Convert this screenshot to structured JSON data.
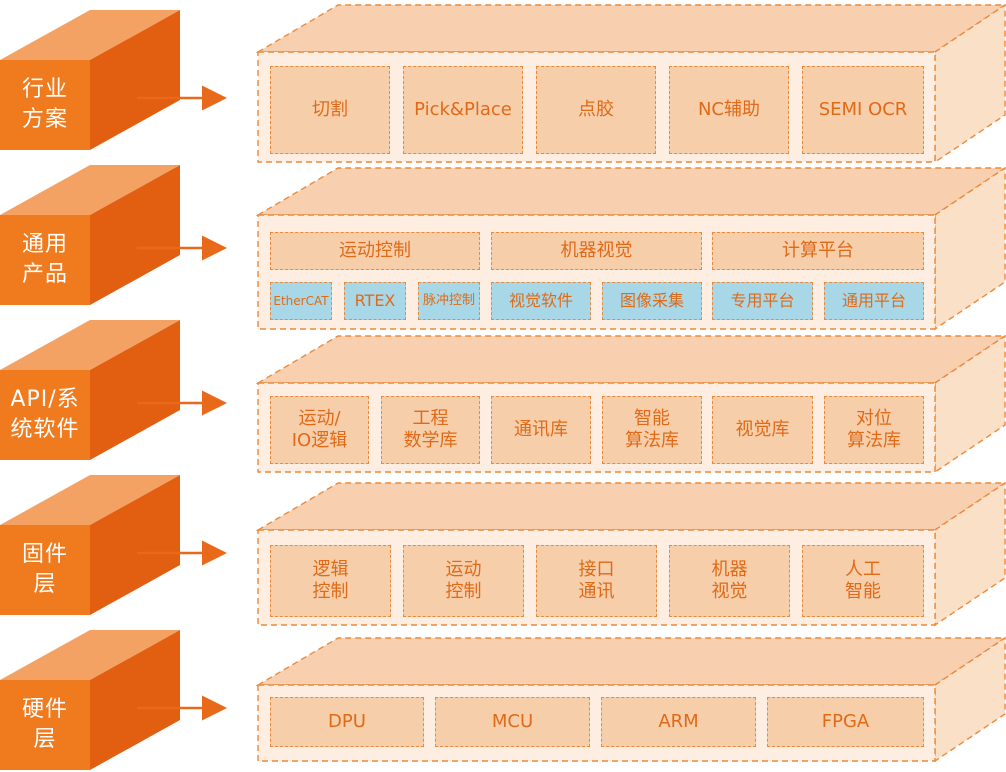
{
  "colors": {
    "accent": "#f07a1e",
    "accent_dark": "#e06a17",
    "layer_fill": "#fdeee1",
    "layer_top": "#f8d0b0",
    "cell_fill": "#f7ceaa",
    "highlight_cell": "#a8d8e8"
  },
  "layers": [
    {
      "label": [
        "行业",
        "方案"
      ],
      "cells": [
        "切割",
        "Pick&Place",
        "点胶",
        "NC辅助",
        "SEMI OCR"
      ]
    },
    {
      "label": [
        "通用",
        "产品"
      ],
      "groups": [
        "运动控制",
        "机器视觉",
        "计算平台"
      ],
      "sub": [
        "EtherCAT",
        "RTEX",
        "脉冲控制",
        "视觉软件",
        "图像采集",
        "专用平台",
        "通用平台"
      ]
    },
    {
      "label": [
        "API/系",
        "统软件"
      ],
      "cells": [
        [
          "运动/",
          "IO逻辑"
        ],
        [
          "工程",
          "数学库"
        ],
        [
          "通讯库"
        ],
        [
          "智能",
          "算法库"
        ],
        [
          "视觉库"
        ],
        [
          "对位",
          "算法库"
        ]
      ]
    },
    {
      "label": [
        "固件",
        "层"
      ],
      "cells": [
        [
          "逻辑",
          "控制"
        ],
        [
          "运动",
          "控制"
        ],
        [
          "接口",
          "通讯"
        ],
        [
          "机器",
          "视觉"
        ],
        [
          "人工",
          "智能"
        ]
      ]
    },
    {
      "label": [
        "硬件",
        "层"
      ],
      "cells": [
        "DPU",
        "MCU",
        "ARM",
        "FPGA"
      ]
    }
  ]
}
